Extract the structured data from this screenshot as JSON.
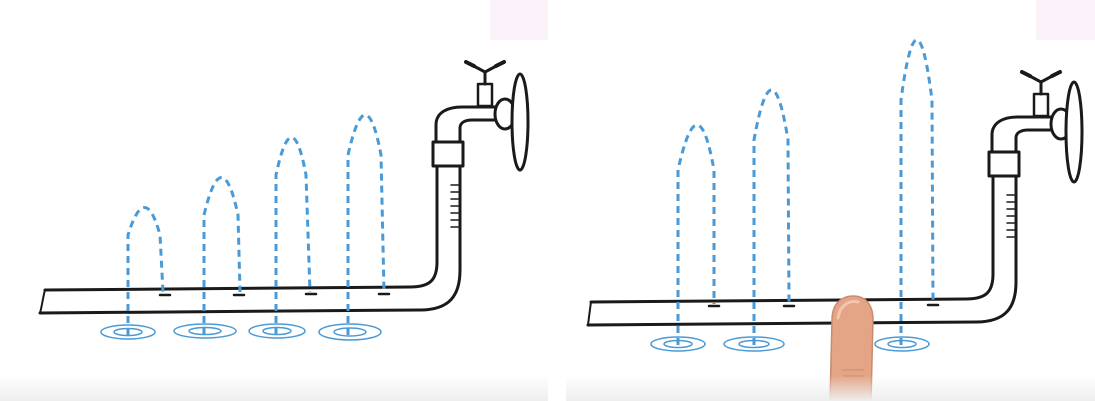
{
  "colors": {
    "water": "#4a9ad6",
    "ink": "#1a1a1a",
    "background": "#ffffff",
    "finger": "#e3a585",
    "corner_tint": "#fbf1f8"
  },
  "icons": [
    "faucet-icon",
    "hose-icon",
    "water-jet-icon",
    "ripple-icon",
    "finger-icon"
  ],
  "left_panel": {
    "jet_count": 4,
    "jet_relative_heights": [
      0.35,
      0.55,
      0.7,
      0.77
    ],
    "pinched": false
  },
  "right_panel": {
    "jet_count": 3,
    "jet_relative_heights": [
      0.7,
      0.85,
      1.0
    ],
    "pinched": true
  }
}
